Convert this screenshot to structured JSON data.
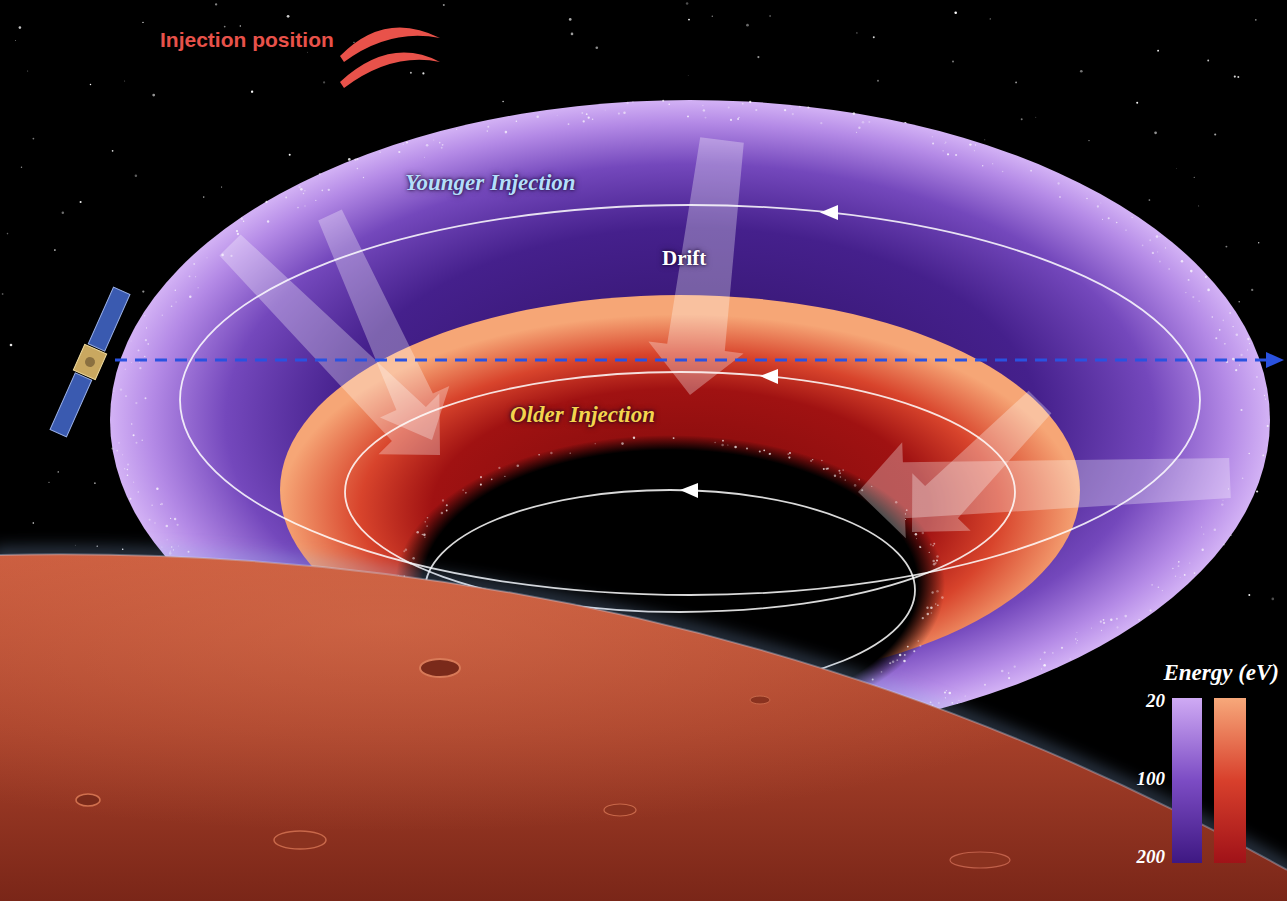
{
  "diagram": {
    "labels": [
      "Injection position",
      "Younger Injection",
      "Drift",
      "Older Injection",
      "Energy (eV)",
      "20",
      "100",
      "200"
    ]
  }
}
